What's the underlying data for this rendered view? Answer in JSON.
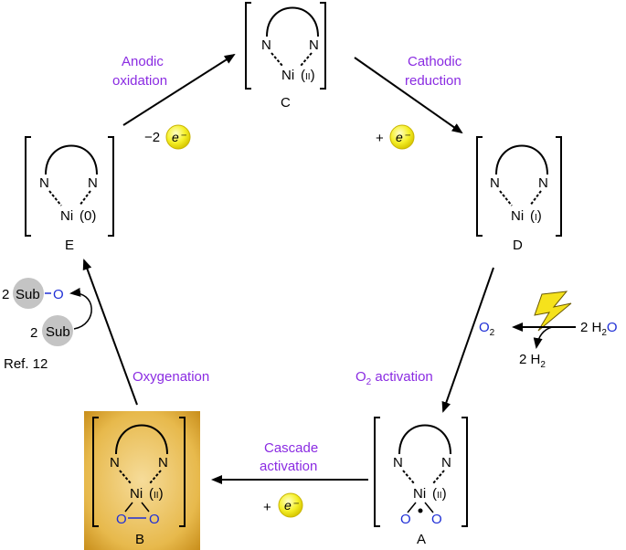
{
  "complexes": {
    "C": {
      "label": "C",
      "N": "N",
      "metal": "Ni",
      "ox": "II"
    },
    "D": {
      "label": "D",
      "N": "N",
      "metal": "Ni",
      "ox": "I"
    },
    "E": {
      "label": "E",
      "N": "N",
      "metal": "Ni",
      "ox": "0"
    },
    "A": {
      "label": "A",
      "N": "N",
      "metal": "Ni",
      "ox": "II",
      "O": "O"
    },
    "B": {
      "label": "B",
      "N": "N",
      "metal": "Ni",
      "ox": "II",
      "O": "O"
    }
  },
  "steps": {
    "anodic": {
      "line1": "Anodic",
      "line2": "oxidation",
      "electrons": "−2",
      "e": "e⁻"
    },
    "cathodic": {
      "line1": "Cathodic",
      "line2": "reduction",
      "plus": "+",
      "e": "e⁻"
    },
    "o2_activation": {
      "pre": "O",
      "sub": "2",
      "post": " activation"
    },
    "cascade": {
      "line1": "Cascade",
      "line2": "activation",
      "plus": "+",
      "e": "e⁻"
    },
    "oxygenation": {
      "label": "Oxygenation"
    }
  },
  "water_split": {
    "o2_O": "O",
    "o2_sub": "2",
    "water_coef": "2 H",
    "water_sub": "2",
    "water_O": "O",
    "h2_text": "2 H",
    "h2_sub": "2"
  },
  "substrate": {
    "product_coef": "2",
    "product_sub": "Sub",
    "product_O": "O",
    "reactant_coef": "2",
    "reactant_sub": "Sub",
    "ref": "Ref. 12"
  },
  "colors": {
    "purple": "#8a2be2",
    "blue": "#1f2fd6",
    "electron_fill": "#f5f02a",
    "highlight": "#e4b545",
    "sub_gray": "#c4c4c4"
  }
}
